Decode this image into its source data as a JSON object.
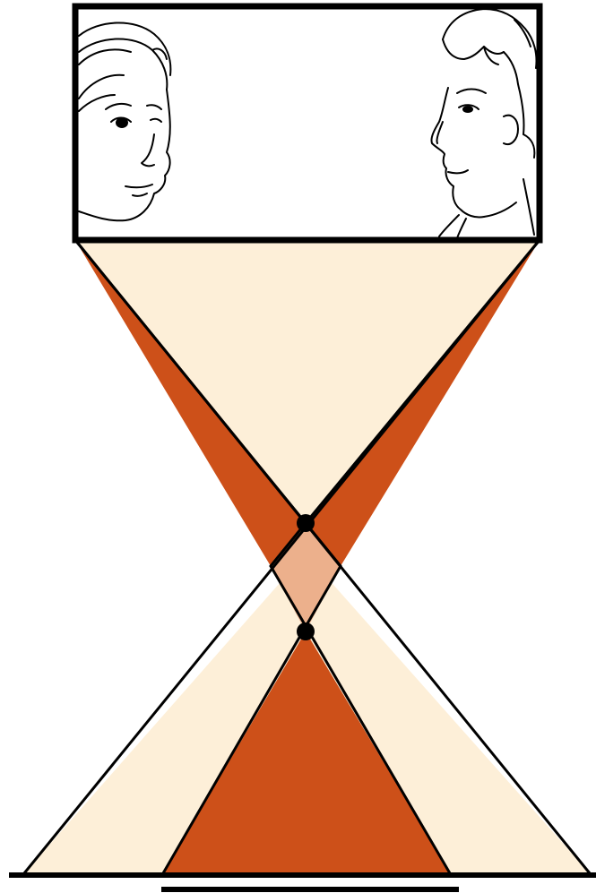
{
  "diagram": {
    "colors": {
      "background": "#ffffff",
      "outline": "#000000",
      "light_cone": "#FDEFD8",
      "dark_cone": "#CD5019",
      "overlap": "#ECB08C",
      "screen_fill": "#ffffff"
    },
    "elements": [
      "face-screen",
      "girl-face-sketch",
      "boy-face-sketch",
      "light-cone-from-screen",
      "dark-cones",
      "focal-point-upper",
      "focal-point-lower",
      "base-line",
      "lower-bar"
    ]
  }
}
